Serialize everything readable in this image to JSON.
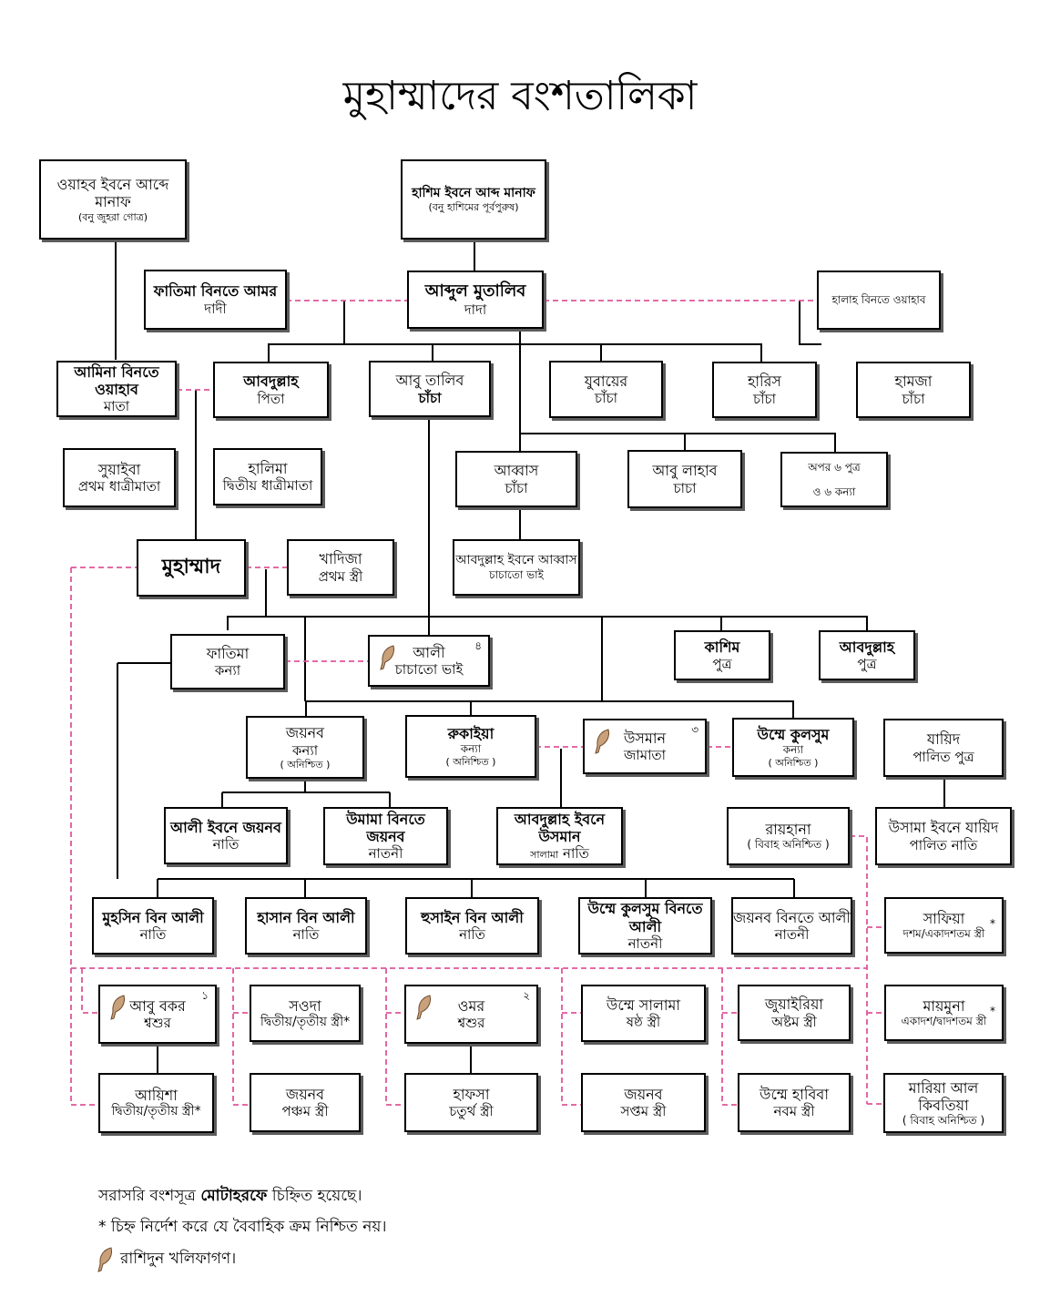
{
  "title": "মুহাম্মাদের বংশতালিকা",
  "boxes": {
    "wahb": {
      "name": "ওয়াহব ইবনে আব্দে মানাফ",
      "note": "(বনু জুহরা গোত্র)"
    },
    "hashim": {
      "name": "হাশিম ইবনে আব্দ মানাফ",
      "note": "(বনু হাশিমের পূর্বপুরুষ)"
    },
    "fatima_amr": {
      "name": "ফাতিমা বিনতে আমর",
      "role": "দাদী"
    },
    "abdul_muttalib": {
      "name": "আব্দুল মুতালিব",
      "role": "দাদা"
    },
    "halah": {
      "name": "হালাহ বিনতে ওয়াহাব"
    },
    "amina": {
      "name": "আমিনা বিনতে ওয়াহাব",
      "role": "মাতা"
    },
    "abdullah": {
      "name": "আবদুল্লাহ",
      "role": "পিতা"
    },
    "abu_talib": {
      "name": "আবু তালিব",
      "role": "চাঁচা"
    },
    "zubayr": {
      "name": "যুবায়ের",
      "role": "চাঁচা"
    },
    "haris": {
      "name": "হারিস",
      "role": "চাঁচা"
    },
    "hamza": {
      "name": "হামজা",
      "role": "চাঁচা"
    },
    "suwaiba": {
      "name": "সুয়াইবা",
      "role": "প্রথম ধাত্রীমাতা"
    },
    "halima": {
      "name": "হালিমা",
      "role": "দ্বিতীয় ধাত্রীমাতা"
    },
    "abbas": {
      "name": "আব্বাস",
      "role": "চাঁচা"
    },
    "abu_lahab": {
      "name": "আবু লাহাব",
      "role": "চাচা"
    },
    "other_sons": {
      "name": "অপর ৬ পুত্র",
      "role": "ও ৬ কন্যা"
    },
    "muhammad": {
      "name": "মুহাম্মাদ"
    },
    "khadija": {
      "name": "খাদিজা",
      "role": "প্রথম স্ত্রী"
    },
    "abdullah_abbas": {
      "name": "আবদুল্লাহ ইবনে আব্বাস",
      "role": "চাচাতো ভাই"
    },
    "fatima": {
      "name": "ফাতিমা",
      "role": "কন্যা"
    },
    "ali": {
      "name": "আলী",
      "role": "চাচাতো ভাই",
      "num": "৪"
    },
    "qasim": {
      "name": "কাশিম",
      "role": "পুত্র"
    },
    "abdullah_son": {
      "name": "আবদুল্লাহ",
      "role": "পুত্র"
    },
    "zaynab_d": {
      "name": "জয়নব",
      "role": "কন্যা",
      "note": "( অনিশ্চিত )"
    },
    "ruqayya": {
      "name": "রুকাইয়া",
      "role": "কন্যা",
      "note": "( অনিশ্চিত )"
    },
    "uthman": {
      "name": "উসমান",
      "role": "জামাতা",
      "num": "৩"
    },
    "umm_kulthum": {
      "name": "উম্মে কুলসুম",
      "role": "কন্যা",
      "note": "( অনিশ্চিত )"
    },
    "zayd": {
      "name": "যায়িদ",
      "role": "পালিত পুত্র"
    },
    "ali_zaynab": {
      "name": "আলী ইবনে জয়নব",
      "role": "নাতি"
    },
    "umama": {
      "name": "উমামা বিনতে জয়নব",
      "role": "নাতনী"
    },
    "abdullah_uthman": {
      "name": "আবদুল্লাহ ইবনে উসমান",
      "role": "নাতি",
      "note": "সালামা"
    },
    "rayhana": {
      "name": "রায়হানা",
      "note": "(      বিবাহ অনিশ্চিত      )"
    },
    "usama": {
      "name": "উসামা ইবনে যায়িদ",
      "role": "পালিত নাতি"
    },
    "muhsin": {
      "name": "মুহসিন বিন আলী",
      "role": "নাতি"
    },
    "hasan": {
      "name": "হাসান বিন আলী",
      "role": "নাতি"
    },
    "husain": {
      "name": "হুসাইন বিন আলী",
      "role": "নাতি"
    },
    "umm_kulthum_ali": {
      "name": "উম্মে কুলসুম বিনতে আলী",
      "role": "নাতনী"
    },
    "zaynab_ali": {
      "name": "জয়নব বিনতে আলী",
      "role": "নাতনী"
    },
    "safiyya": {
      "name": "সাফিয়া",
      "note": "দশম/একাদশতম স্ত্রী",
      "num": "*"
    },
    "abu_bakr": {
      "name": "আবু বকর",
      "role": "শ্বশুর",
      "num": "১"
    },
    "sawda": {
      "name": "সওদা",
      "note": "দ্বিতীয়/তৃতীয় স্ত্রী*"
    },
    "umar": {
      "name": "ওমর",
      "role": "শ্বশুর",
      "num": "২"
    },
    "umm_salama": {
      "name": "উম্মে সালামা",
      "role": "ষষ্ঠ স্ত্রী"
    },
    "juwayriya": {
      "name": "জুয়াইরিয়া",
      "role": "অষ্টম স্ত্রী"
    },
    "maymuna": {
      "name": "মায়মুনা",
      "note": "একাদশ/দ্বাদশতম স্ত্রী",
      "num": "*"
    },
    "aisha": {
      "name": "আয়িশা",
      "note": "দ্বিতীয়/তৃতীয় স্ত্রী*"
    },
    "zaynab5": {
      "name": "জয়নব",
      "role": "পঞ্চম স্ত্রী"
    },
    "hafsa": {
      "name": "হাফসা",
      "role": "চতুর্থ স্ত্রী"
    },
    "zaynab7": {
      "name": "জয়নব",
      "role": "সপ্তম স্ত্রী"
    },
    "umm_habiba": {
      "name": "উম্মে হাবিবা",
      "role": "নবম স্ত্রী"
    },
    "mariya": {
      "name": "মারিয়া আল কিবতিয়া",
      "note": "(  বিবাহ অনিশ্চিত  )"
    }
  },
  "legend": {
    "line1_pre": "সরাসরি বংশসূত্র",
    "line1_bold": "মোটাহরফে",
    "line1_post": "চিহ্নিত হয়েছে।",
    "line2": "* চিহ্ন নির্দেশ করে যে বৈবাহিক ক্রম নিশ্চিত নয়।",
    "line3": "রাশিদুন খলিফাগণ।",
    "caliph_icon": "feather-quill-icon"
  },
  "colors": {
    "line": "#000000",
    "marriage_line": "#e0559b",
    "box_shadow": "#5c5c5c"
  }
}
